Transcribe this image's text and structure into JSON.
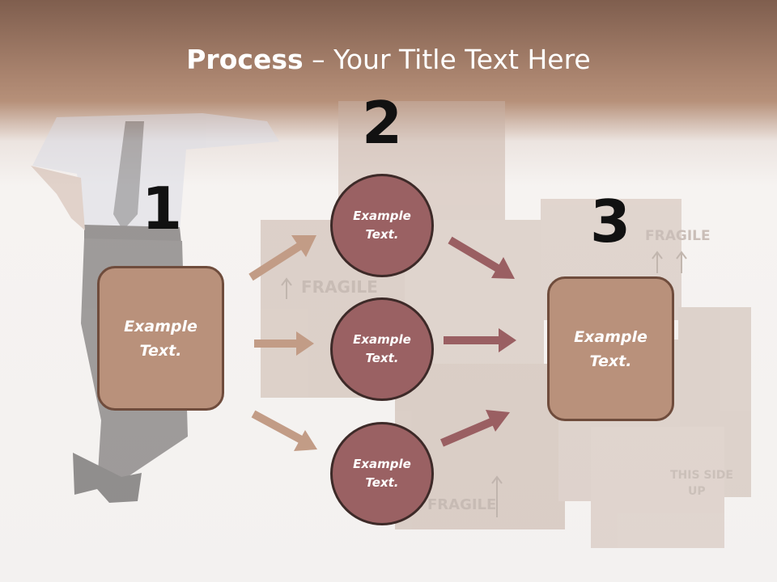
{
  "slide": {
    "title_bold": "Process",
    "title_rest": " – Your Title Text Here",
    "steps": [
      {
        "number": "1",
        "line1": "Example",
        "line2": "Text."
      },
      {
        "number": "2",
        "line1": "Example",
        "line2": "Text."
      },
      {
        "number": "3",
        "line1": "Example",
        "line2": "Text."
      }
    ],
    "circles": [
      {
        "line1": "Example",
        "line2": "Text."
      },
      {
        "line1": "Example",
        "line2": "Text."
      },
      {
        "line1": "Example",
        "line2": "Text."
      }
    ],
    "box_labels": {
      "fragile_1": "FRAGILE",
      "fragile_2": "FRAGILE",
      "fragile_3": "FRAGILE",
      "this_side_up_1": "THIS SIDE",
      "this_side_up_2": "UP"
    }
  },
  "colors": {
    "header_dark": "#7f5e4e",
    "box_fill": "#b9917b",
    "box_border": "#6f4c3c",
    "circle_fill": "#9a6163",
    "circle_border": "#3d2a28",
    "arrow_in": "#c29c86",
    "arrow_out": "#9a5f62"
  }
}
